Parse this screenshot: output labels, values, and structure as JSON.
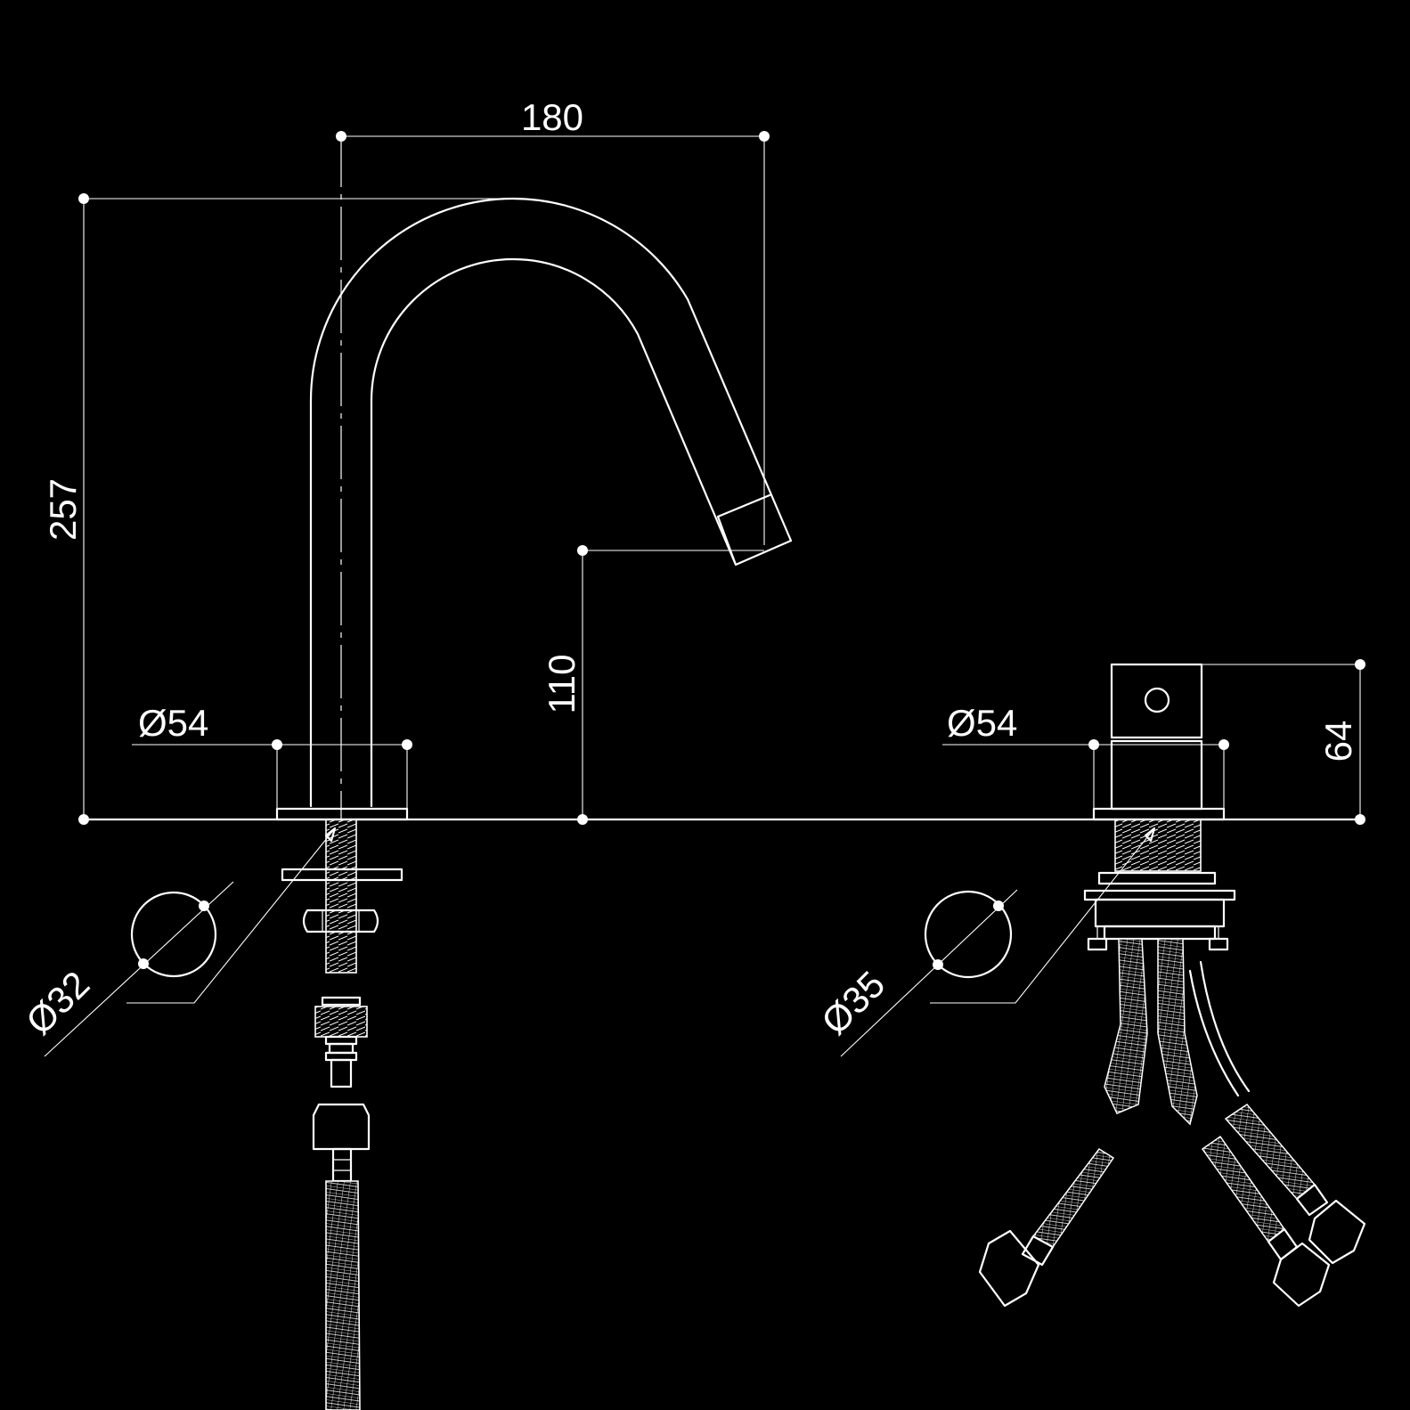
{
  "colors": {
    "background": "#000000",
    "line": "#ffffff"
  },
  "dimensions": {
    "spout_reach": "180",
    "overall_height": "257",
    "outlet_height": "110",
    "spout_base_diameter": "Ø54",
    "mixer_base_diameter": "Ø54",
    "mixer_body_height": "64",
    "spout_hole_diameter": "Ø32",
    "mixer_hole_diameter": "Ø35"
  }
}
